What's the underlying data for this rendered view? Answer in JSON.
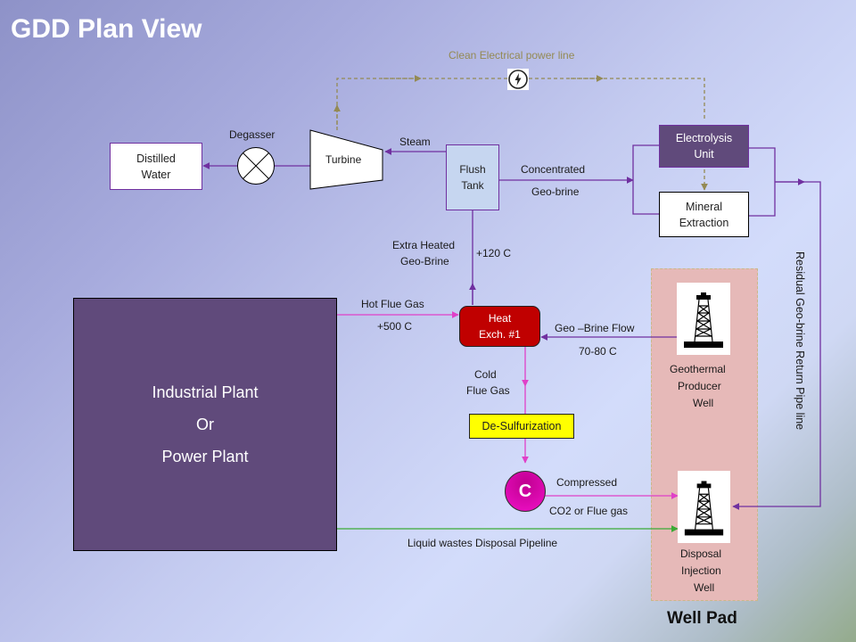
{
  "title": "GDD Plan View",
  "colors": {
    "purple_line": "#7030a0",
    "magenta_line": "#e040c8",
    "green_line": "#3aaa35",
    "power_line": "#948a54",
    "plant_fill": "#604a7b",
    "heat_exchanger_fill": "#c00000",
    "desulfurization_fill": "#ffff00",
    "compressor_fill": "#e010b0",
    "well_pad_fill": "#e6b9b8"
  },
  "power_line": {
    "label": "Clean Electrical power line",
    "icon": "lightning-bolt-icon"
  },
  "nodes": {
    "distilled_water": [
      "Distilled",
      "Water"
    ],
    "degasser": "Degasser",
    "turbine": "Turbine",
    "flush_tank": [
      "Flush",
      "Tank"
    ],
    "electrolysis_unit": [
      "Electrolysis",
      "Unit"
    ],
    "mineral_extraction": [
      "Mineral",
      "Extraction"
    ],
    "heat_exchanger": [
      "Heat",
      "Exch. #1"
    ],
    "desulfurization": "De-Sulfurization",
    "compressor": "C",
    "plant": [
      "Industrial Plant",
      "Or",
      "Power Plant"
    ],
    "producer_well": [
      "Geothermal",
      "Producer",
      "Well"
    ],
    "injection_well": [
      "Disposal",
      "Injection",
      "Well"
    ],
    "well_pad": "Well Pad"
  },
  "flow_labels": {
    "steam": "Steam",
    "concentrated": "Concentrated",
    "geo_brine": "Geo-brine",
    "extra_heated_1": "Extra Heated",
    "extra_heated_2": "Geo-Brine",
    "plus120": "+120  C",
    "hot_flue_gas": "Hot Flue Gas",
    "plus500": "+500  C",
    "brine_flow": "Geo –Brine Flow",
    "temp_70_80": "70-80  C",
    "cold": "Cold",
    "flue_gas": "Flue Gas",
    "compressed": "Compressed",
    "co2_flue": "CO2 or Flue gas",
    "liquid_wastes": "Liquid wastes  Disposal Pipeline",
    "residual_return": "Residual Geo-brine Return Pipe line"
  }
}
